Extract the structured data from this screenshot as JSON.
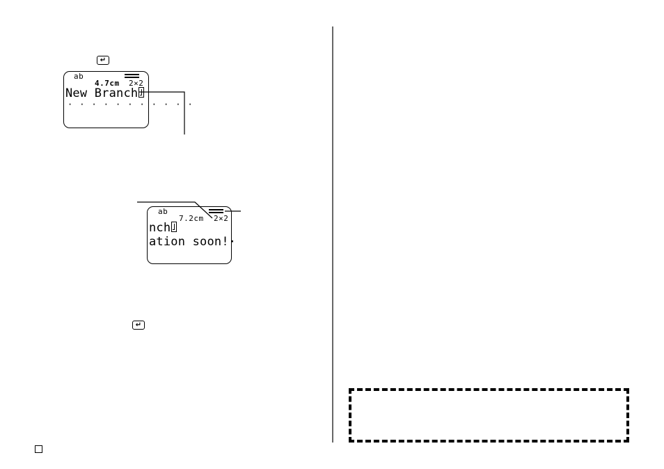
{
  "icons": {
    "enter_key_top": "enter-key-icon",
    "enter_key_bottom": "enter-key-icon"
  },
  "display1": {
    "mode": "ab",
    "length": "4.7cm",
    "size": "2×2",
    "line1": "New Branch",
    "line2": "· · · · · · · · · · ·"
  },
  "display2": {
    "mode": "ab",
    "length": "7.2cm",
    "size": "2×2",
    "line1": "nch",
    "line2": "ation soon!·"
  }
}
